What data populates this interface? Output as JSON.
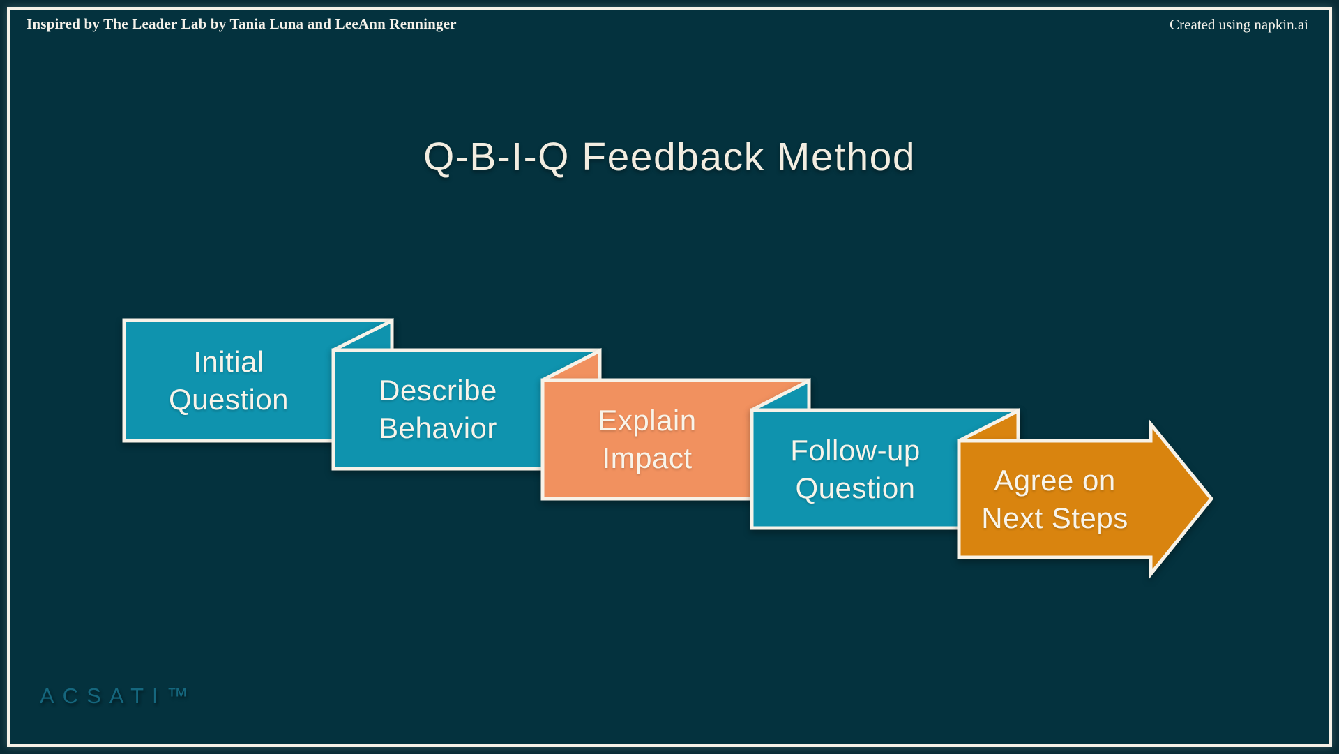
{
  "header": {
    "attribution": "Inspired by The Leader Lab by Tania Luna and LeeAnn Renninger",
    "credit": "Created using napkin.ai"
  },
  "title": "Q-B-I-Q Feedback Method",
  "watermark": "ACSATI™",
  "colors": {
    "outer_background": "#0a2c35",
    "inner_background": "#04323e",
    "frame_border": "#f7f2e8",
    "teal": "#0f93ae",
    "salmon": "#f1915f",
    "orange": "#d9840f",
    "label_text": "#f8f4ea",
    "title_text": "#f2ede1",
    "watermark_text": "#15677e"
  },
  "diagram": {
    "type": "folded-ribbon-flow",
    "steps": [
      {
        "name": "initial-question",
        "line1": "Initial",
        "line2": "Question",
        "fill": "#0f93ae"
      },
      {
        "name": "describe-behavior",
        "line1": "Describe",
        "line2": "Behavior",
        "fill": "#0f93ae"
      },
      {
        "name": "explain-impact",
        "line1": "Explain",
        "line2": "Impact",
        "fill": "#f1915f"
      },
      {
        "name": "follow-up-question",
        "line1": "Follow-up",
        "line2": "Question",
        "fill": "#0f93ae"
      },
      {
        "name": "agree-on-next-steps",
        "line1": "Agree on",
        "line2": "Next Steps",
        "fill": "#d9840f"
      }
    ]
  }
}
